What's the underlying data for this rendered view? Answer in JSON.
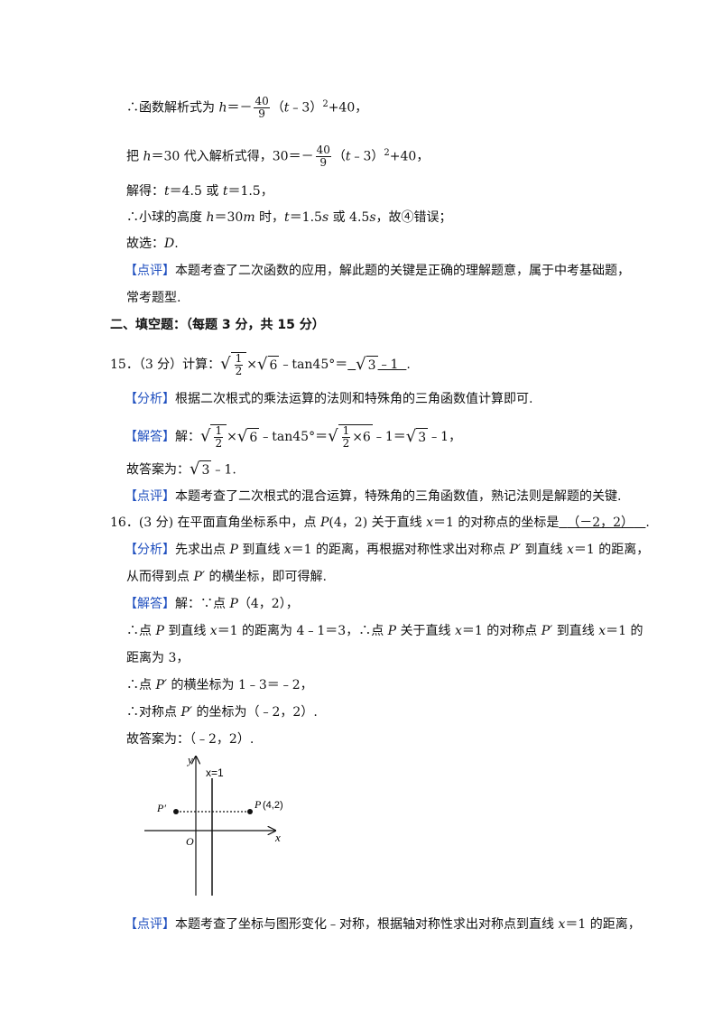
{
  "l1": {
    "a": "∴函数解析式为 ",
    "h": "h",
    "b": "＝－",
    "num": "40",
    "den": "9",
    "c": "（",
    "t": "t",
    "d": "﹣3）",
    "sup": "2",
    "e": "+40，"
  },
  "l2": {
    "a": "把 ",
    "h": "h",
    "b": "＝30 代入解析式得，30＝－",
    "num": "40",
    "den": "9",
    "c": "（",
    "t": "t",
    "d": "﹣3）",
    "sup": "2",
    "e": "+40，"
  },
  "l3": {
    "a": "解得：",
    "t1": "t",
    "b": "＝4.5 或 ",
    "t2": "t",
    "c": "＝1.5，"
  },
  "l4": {
    "a": "∴小球的高度 ",
    "h": "h",
    "b": "＝30",
    "m": "m",
    "c": " 时，",
    "t": "t",
    "d": "＝1.5",
    "s1": "s",
    "e": " 或 4.5",
    "s2": "s",
    "f": "，故④错误；"
  },
  "l5": {
    "a": "故选：",
    "D": "D",
    "b": "."
  },
  "l6": {
    "tag": "【点评】",
    "text": "本题考查了二次函数的应用，解此题的关键是正确的理解题意，属于中考基础题，"
  },
  "l7": {
    "text": "常考题型."
  },
  "section": {
    "text": "二、填空题：（每题 3 分，共 15 分）"
  },
  "q15": {
    "a": "15．（3 分）计算：",
    "num": "1",
    "den": "2",
    "times": "×",
    "r6": "6",
    "b": "﹣tan45°＝",
    "r3": "3",
    "ans": "﹣1",
    "c": "."
  },
  "q15a": {
    "tag": "【分析】",
    "text": "根据二次根式的乘法运算的法则和特殊角的三角函数值计算即可."
  },
  "q15s": {
    "tag": "【解答】",
    "a": "解：",
    "num": "1",
    "den": "2",
    "times": "×",
    "r6": "6",
    "b": "﹣tan45°＝",
    "num2": "1",
    "den2": "2",
    "times2": "×6",
    "c": "﹣1＝",
    "r3": "3",
    "d": "﹣1，"
  },
  "q15k": {
    "a": "故答案为：",
    "r3": "3",
    "b": "﹣1."
  },
  "q15p": {
    "tag": "【点评】",
    "text": "本题考查了二次根式的混合运算，特殊角的三角函数值，熟记法则是解题的关键."
  },
  "q16": {
    "a": "16．(3 分) 在平面直角坐标系中，点 ",
    "P": "P",
    "b": "(4，2) 关于直线 ",
    "x": "x",
    "c": "＝1 的对称点的坐标是",
    "ans": "（－2，2）",
    "d": "."
  },
  "q16a1": {
    "tag": "【分析】",
    "a": "先求出点 ",
    "P": "P",
    "b": " 到直线 ",
    "x": "x",
    "c": "＝1 的距离，再根据对称性求出对称点 ",
    "P2": "P′",
    "d": " 到直线 ",
    "x2": "x",
    "e": "＝1 的距离，"
  },
  "q16a2": {
    "a": "从而得到点 ",
    "P": "P′",
    "b": " 的横坐标，即可得解."
  },
  "q16s": {
    "tag": "【解答】",
    "a": "解：∵点 ",
    "P": "P",
    "b": "（4，2），"
  },
  "q16s2": {
    "a": "∴点 ",
    "P": "P",
    "b": " 到直线 ",
    "x": "x",
    "c": "＝1 的距离为 4﹣1＝3，∴点 ",
    "P2": "P",
    "d": " 关于直线 ",
    "x2": "x",
    "e": "＝1 的对称点 ",
    "P3": "P′",
    "f": " 到直线 ",
    "x3": "x",
    "g": "＝1 的"
  },
  "q16s3": {
    "text": "距离为 3，"
  },
  "q16s4": {
    "a": "∴点 ",
    "P": "P′",
    "b": " 的横坐标为 1﹣3＝﹣2，"
  },
  "q16s5": {
    "a": "∴对称点 ",
    "P": "P′",
    "b": " 的坐标为（﹣2，2）."
  },
  "q16k": {
    "text": "故答案为：（﹣2，2）."
  },
  "graph": {
    "y": "y",
    "x": "x",
    "O": "O",
    "xeq": "x=1",
    "Pp": "P′",
    "P": "P",
    "Pcoord": "(4,2)"
  },
  "q16p": {
    "tag": "【点评】",
    "a": "本题考查了坐标与图形变化﹣对称，根据轴对称性求出对称点到直线 ",
    "x": "x",
    "b": "＝1 的距离，"
  }
}
